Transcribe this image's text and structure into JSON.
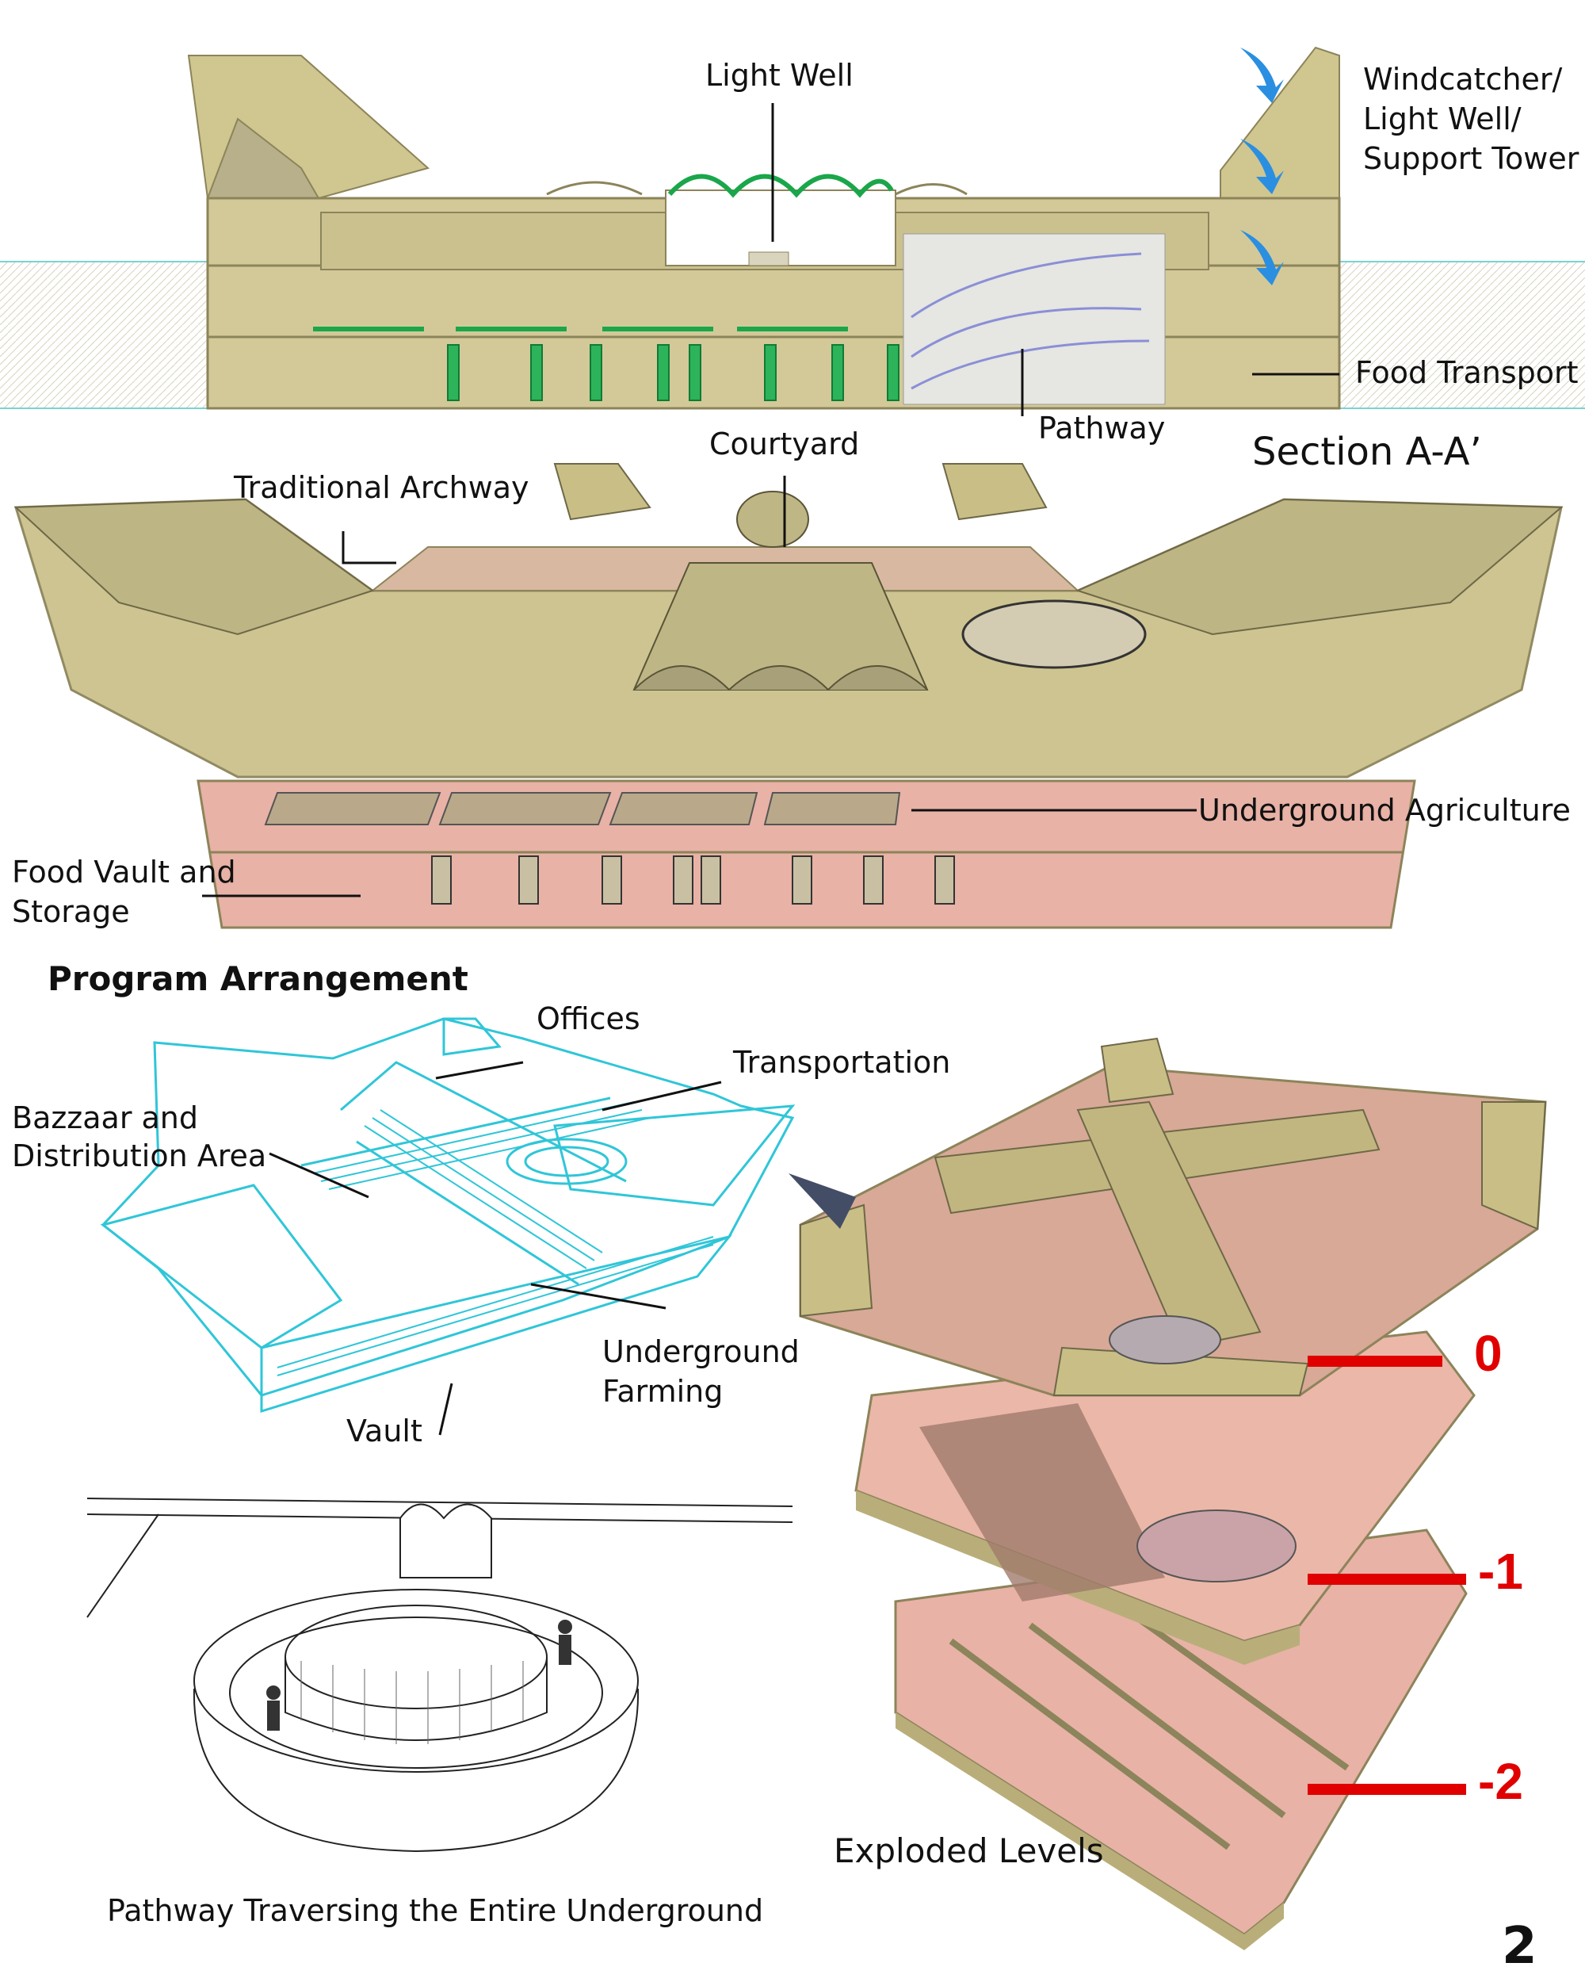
{
  "section": {
    "title": "Section A-A’",
    "labels": {
      "light_well": "Light Well",
      "windcatcher_1": "Windcatcher/",
      "windcatcher_2": "Light Well/",
      "windcatcher_3": "Support Tower",
      "food_transport": "Food Transport",
      "pathway": "Pathway"
    }
  },
  "axonometric": {
    "labels": {
      "courtyard": "Courtyard",
      "traditional_archway": "Traditional Archway",
      "underground_agriculture": "Underground Agriculture",
      "food_vault_1": "Food Vault and",
      "food_vault_2": "Storage"
    }
  },
  "program": {
    "title": "Program Arrangement",
    "labels": {
      "offices": "Offices",
      "transportation": "Transportation",
      "bazaar_1": "Bazzaar and",
      "bazaar_2": "Distribution Area",
      "underground_farming_1": "Underground",
      "underground_farming_2": "Farming",
      "vault": "Vault"
    }
  },
  "pathway_view": {
    "caption": "Pathway Traversing the Entire Underground"
  },
  "exploded": {
    "caption": "Exploded Levels",
    "levels": [
      "0",
      "-1",
      "-2"
    ],
    "level_color": "#e00000"
  },
  "page_number": "2",
  "colors": {
    "building": "#c9bf86",
    "building_dark": "#8f8656",
    "underground_pink": "#e8b2a6",
    "accent_green": "#1aa64a",
    "wireframe_cyan": "#2fc6d8",
    "arrow_blue": "#2a8fe0"
  }
}
